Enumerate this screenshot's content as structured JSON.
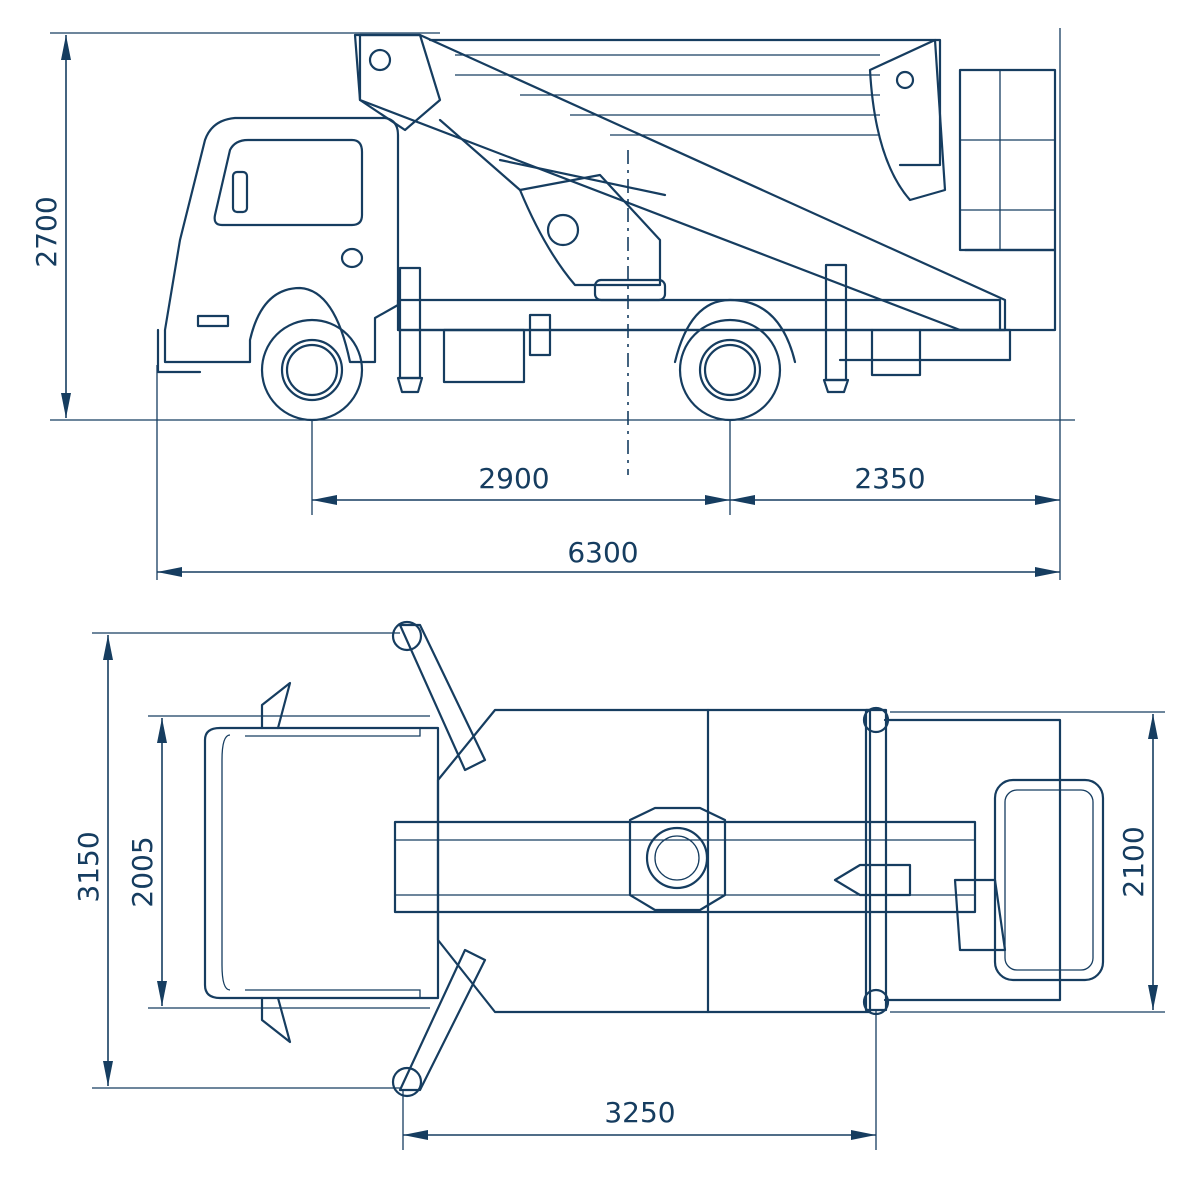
{
  "colors": {
    "line": "#163d60",
    "background": "#ffffff"
  },
  "side_view": {
    "height_label": "2700",
    "front_overhang_label": "2900",
    "rear_overhang_label": "2350",
    "overall_length_label": "6300"
  },
  "top_view": {
    "outrigger_spread_label": "3150",
    "cab_width_label": "2005",
    "body_width_label": "2100",
    "outrigger_base_label": "3250"
  }
}
